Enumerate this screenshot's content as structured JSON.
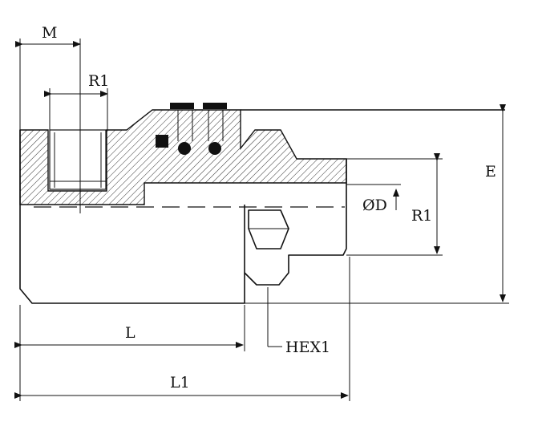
{
  "labels": {
    "M": "M",
    "R1_top": "R1",
    "E": "E",
    "OD": "ØD",
    "R1_right": "R1",
    "L": "L",
    "HEX1": "HEX1",
    "L1": "L1"
  }
}
